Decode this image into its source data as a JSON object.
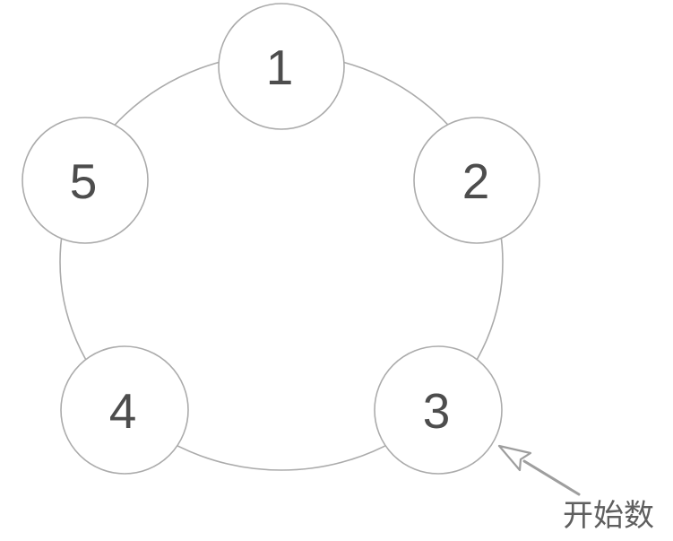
{
  "diagram_type": "circular-linked-list-counting-diagram",
  "nodes": [
    {
      "label": "1",
      "position": "top"
    },
    {
      "label": "2",
      "position": "right"
    },
    {
      "label": "3",
      "position": "bottom-right"
    },
    {
      "label": "4",
      "position": "bottom-left"
    },
    {
      "label": "5",
      "position": "left"
    }
  ],
  "annotation": {
    "label": "开始数",
    "points_to_node": "3"
  },
  "colors": {
    "background": "#ffffff",
    "circle_stroke": "#ababab",
    "node_fill": "#ffffff",
    "number_text": "#4d4d4d",
    "arrow": "#9e9e9e",
    "annotation_text": "#5f5f5f"
  }
}
